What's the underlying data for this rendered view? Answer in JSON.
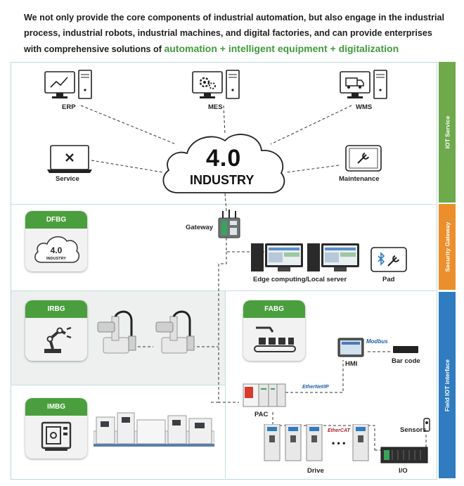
{
  "intro": {
    "text": "We not only provide the core components of industrial automation, but also engage in the industrial process, industrial robots, industrial machines, and digital factories, and can provide enterprises with comprehensive solutions of",
    "highlight": "automation + intelligent equipment + digitalization"
  },
  "layers": [
    {
      "label": "IOT Service",
      "color": "#6ea94c"
    },
    {
      "label": "Security Gateway",
      "color": "#ea8f2b"
    },
    {
      "label": "Field IOT interface",
      "color": "#2f7cc0"
    }
  ],
  "cloud": {
    "line1": "4.0",
    "line2": "INDUSTRY"
  },
  "nodes": {
    "erp": "ERP",
    "mes": "MES",
    "wms": "WMS",
    "service": "Service",
    "maintenance": "Maintenance",
    "gateway": "Gateway",
    "edge": "Edge computing/Local server",
    "pad": "Pad",
    "hmi": "HMI",
    "barcode": "Bar code",
    "pac": "PAC",
    "sensors": "Sensors",
    "drive": "Drive",
    "io": "I/O"
  },
  "cards": {
    "dfbg": {
      "title": "DFBG",
      "icon_text_1": "4.0",
      "icon_text_2": "INDUSTRY"
    },
    "irbg": {
      "title": "IRBG"
    },
    "fabg": {
      "title": "FABG"
    },
    "imbg": {
      "title": "IMBG"
    }
  },
  "protocols": {
    "ethernetip": "EtherNet/IP",
    "modbus": "Modbus",
    "ethercat": "EtherCAT"
  }
}
